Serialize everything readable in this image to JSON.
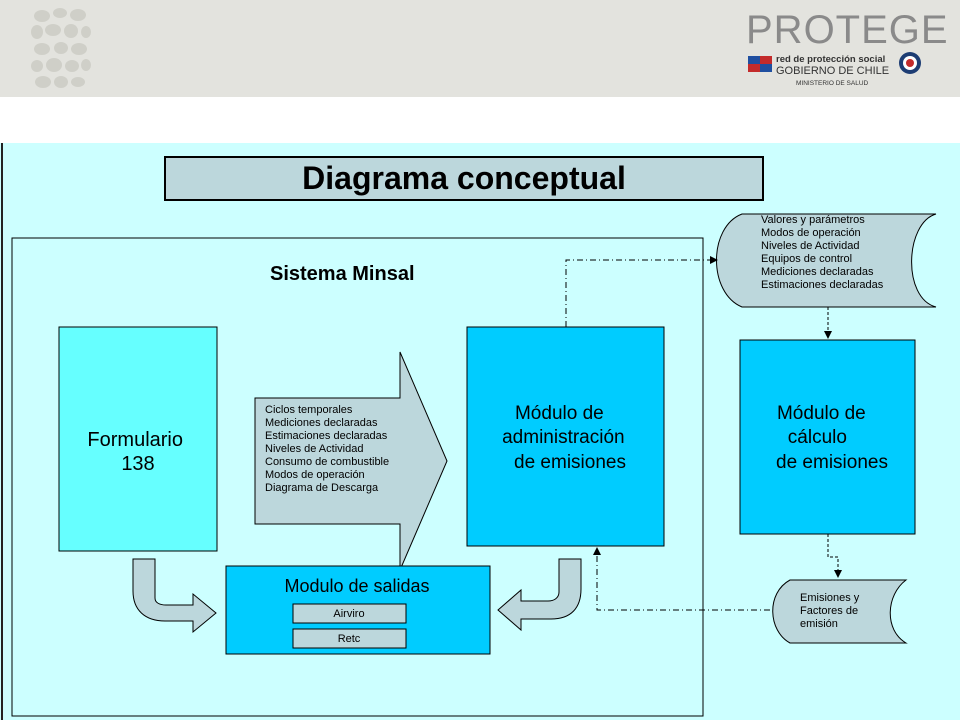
{
  "header": {
    "brand": "PROTEGE",
    "brand_line1": "red de protección social",
    "brand_line2": "GOBIERNO DE CHILE",
    "brand_line3": "MINISTERIO DE SALUD"
  },
  "diagram": {
    "title": "Diagrama conceptual",
    "system_label": "Sistema Minsal",
    "formulario": [
      "Formulario",
      "138"
    ],
    "arrow_items": [
      "Ciclos temporales",
      "Mediciones declaradas",
      "Estimaciones declaradas",
      "Niveles de Actividad",
      "Consumo de combustible",
      "Modos de operación",
      "Diagrama de Descarga"
    ],
    "admin_module": [
      "Módulo de",
      "administración",
      "de emisiones"
    ],
    "calc_module": [
      "Módulo de",
      "cálculo",
      "de emisiones"
    ],
    "store_items": [
      "Valores y parámetros",
      "Modos de operación",
      "Niveles de Actividad",
      "Equipos de control",
      "Mediciones declaradas",
      "Estimaciones declaradas"
    ],
    "output_module": "Modulo de salidas",
    "output_items": [
      "Airviro",
      "Retc"
    ],
    "emissions_store": [
      "Emisiones y",
      "Factores de",
      "emisión"
    ]
  },
  "colors": {
    "canvas_bg": "#ccffff",
    "formulario_fill": "#66ffff",
    "module_fill": "#00ccff",
    "store_fill": "#bcd7dc",
    "title_fill": "#bcd7dc",
    "header_bg": "#e3e3de"
  }
}
